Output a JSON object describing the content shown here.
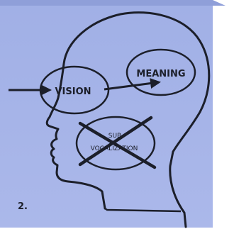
{
  "figure": {
    "number_label": "2.",
    "colors": {
      "background": "#a7b5e8",
      "background_edge": "#8f9fd9",
      "ink": "#1c1f2a",
      "page_white": "#ffffff"
    }
  },
  "nodes": {
    "vision": {
      "label": "VISION"
    },
    "meaning": {
      "label": "MEANING"
    },
    "subvocalization": {
      "label_line1": "SUB",
      "label_line2": "VOCALIZATION",
      "crossed_out": true
    }
  },
  "arrows": [
    {
      "from": "outside",
      "to": "vision"
    },
    {
      "from": "vision",
      "to": "meaning"
    }
  ]
}
